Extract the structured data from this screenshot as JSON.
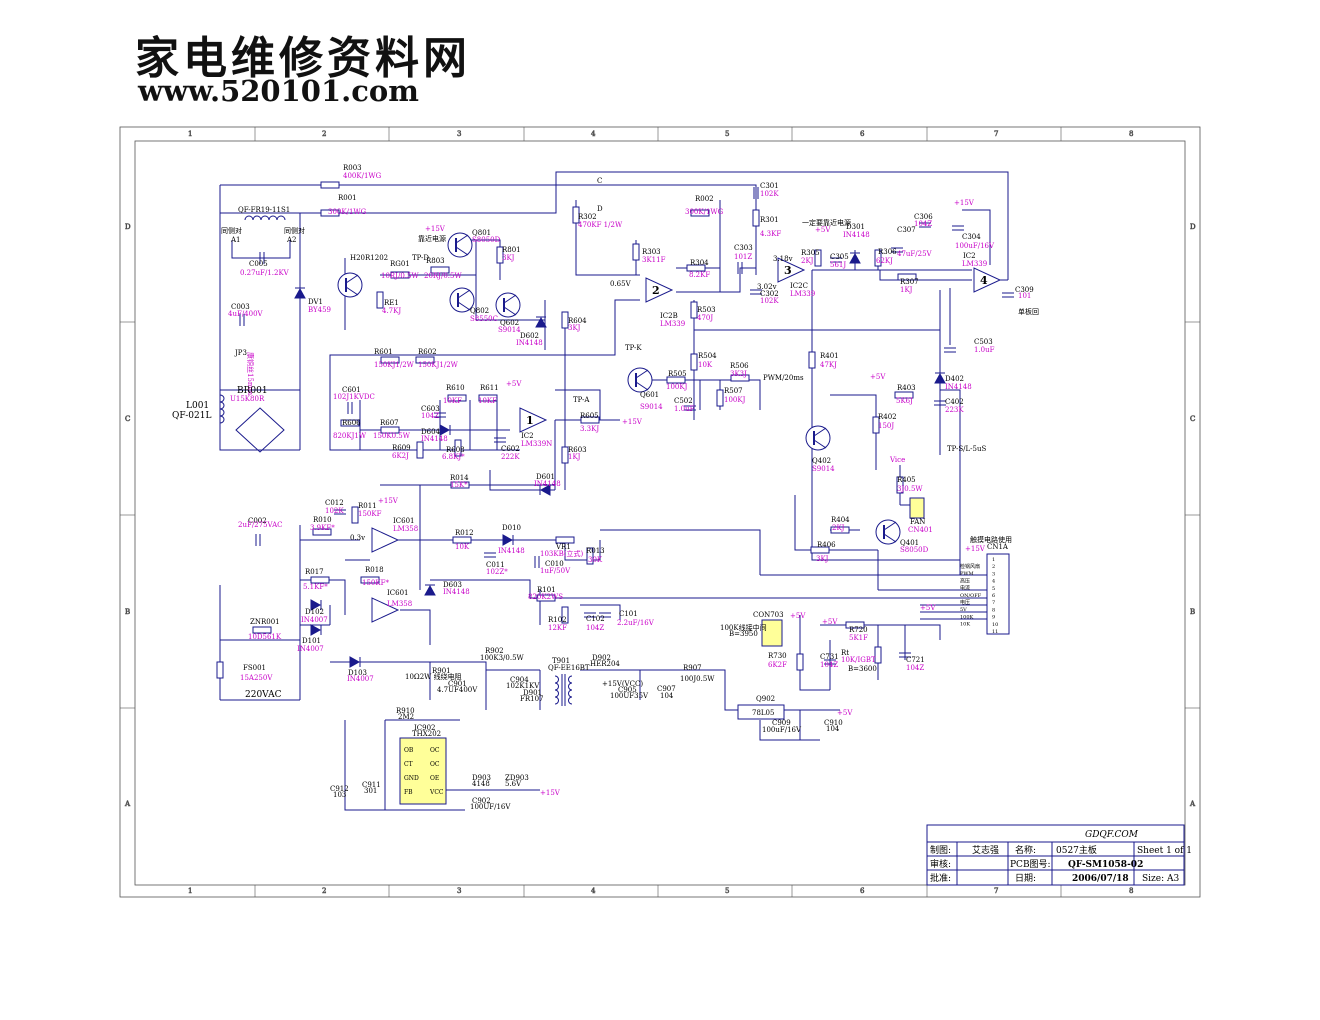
{
  "watermark": {
    "title": "家电维修资料网",
    "url": "www.520101.com"
  },
  "frame": {
    "columns": [
      "1",
      "2",
      "3",
      "4",
      "5",
      "6",
      "7",
      "8"
    ],
    "rows": [
      "D",
      "C",
      "B",
      "A"
    ]
  },
  "colors": {
    "wire": "#1a1a8c",
    "value": "#c800c8",
    "label": "#000000"
  },
  "components": [
    {
      "id": "r003",
      "ref": "R003",
      "value": "400K/1WG"
    },
    {
      "id": "r001",
      "ref": "R001",
      "value": "300K/1WG"
    },
    {
      "id": "fr",
      "ref": "QF-FR19-11S1",
      "value": ""
    },
    {
      "id": "c005",
      "ref": "C005",
      "value": "0.27uF/1.2KV"
    },
    {
      "id": "h20",
      "ref": "H20R1202",
      "value": ""
    },
    {
      "id": "dv1",
      "ref": "DV1",
      "value": "BY459"
    },
    {
      "id": "rg01",
      "ref": "RG01",
      "value": "10RJ/0.5W"
    },
    {
      "id": "r803",
      "ref": "R803",
      "value": "20RJ/0.5W"
    },
    {
      "id": "re1",
      "ref": "RE1",
      "value": "4.7KJ"
    },
    {
      "id": "q801",
      "ref": "Q801",
      "value": "S8050D"
    },
    {
      "id": "q802",
      "ref": "Q802",
      "value": "S8550C"
    },
    {
      "id": "r801",
      "ref": "R801",
      "value": "3KJ"
    },
    {
      "id": "q602",
      "ref": "Q602",
      "value": "S9014"
    },
    {
      "id": "d602",
      "ref": "D602",
      "value": "IN4148"
    },
    {
      "id": "r604",
      "ref": "R604",
      "value": "3KJ"
    },
    {
      "id": "r302",
      "ref": "R302",
      "value": "470KF 1/2W"
    },
    {
      "id": "r303",
      "ref": "R303",
      "value": "3K11F"
    },
    {
      "id": "r002",
      "ref": "R002",
      "value": "300K/1WG"
    },
    {
      "id": "c301",
      "ref": "C301",
      "value": "102K"
    },
    {
      "id": "r301",
      "ref": "R301",
      "value": "4.3KF"
    },
    {
      "id": "c303",
      "ref": "C303",
      "value": "101Z"
    },
    {
      "id": "r304",
      "ref": "R304",
      "value": "8.2KF"
    },
    {
      "id": "c302",
      "ref": "C302",
      "value": "102K"
    },
    {
      "id": "ic2c",
      "ref": "IC2C",
      "value": "LM339"
    },
    {
      "id": "ic2b",
      "ref": "IC2B",
      "value": "LM339"
    },
    {
      "id": "r503",
      "ref": "R503",
      "value": "470J"
    },
    {
      "id": "r305",
      "ref": "R305",
      "value": "2KJ"
    },
    {
      "id": "c305",
      "ref": "C305",
      "value": "561J"
    },
    {
      "id": "d301",
      "ref": "D301",
      "value": "IN4148"
    },
    {
      "id": "r306",
      "ref": "R306",
      "value": "62KJ"
    },
    {
      "id": "c307",
      "ref": "C307",
      "value": "47uF/25V"
    },
    {
      "id": "c306",
      "ref": "C306",
      "value": "104Z"
    },
    {
      "id": "c304",
      "ref": "C304",
      "value": "100uF/16V"
    },
    {
      "id": "ic2d",
      "ref": "IC2",
      "value": "LM339"
    },
    {
      "id": "r307",
      "ref": "R307",
      "value": "1KJ"
    },
    {
      "id": "c309",
      "ref": "C309",
      "value": "101"
    },
    {
      "id": "c503",
      "ref": "C503",
      "value": "1.0uF"
    },
    {
      "id": "c003",
      "ref": "C003",
      "value": "4uF/400V"
    },
    {
      "id": "jp3",
      "ref": "JP3",
      "value": "康铜丝15mm"
    },
    {
      "id": "br001",
      "ref": "BR001",
      "value": "U15K80R"
    },
    {
      "id": "l001",
      "ref": "L001",
      "value": "QF-021L"
    },
    {
      "id": "r601",
      "ref": "R601",
      "value": "150KJ1/2W"
    },
    {
      "id": "r602",
      "ref": "R602",
      "value": "150KJ1/2W"
    },
    {
      "id": "c601",
      "ref": "C601",
      "value": "102J1KVDC"
    },
    {
      "id": "r606",
      "ref": "R606",
      "value": "820KJ1W"
    },
    {
      "id": "r607",
      "ref": "R607",
      "value": "150K0.5W"
    },
    {
      "id": "c603",
      "ref": "C603",
      "value": "104Z"
    },
    {
      "id": "r610",
      "ref": "R610",
      "value": "10KF"
    },
    {
      "id": "r611",
      "ref": "R611",
      "value": "10KF"
    },
    {
      "id": "d604",
      "ref": "D604",
      "value": "IN4148"
    },
    {
      "id": "r609",
      "ref": "R609",
      "value": "6K2J"
    },
    {
      "id": "r608",
      "ref": "R608",
      "value": "6.8KJ*"
    },
    {
      "id": "c602",
      "ref": "C602",
      "value": "222K"
    },
    {
      "id": "ic2a",
      "ref": "IC2",
      "value": "LM339N"
    },
    {
      "id": "q601",
      "ref": "Q601",
      "value": "S9014"
    },
    {
      "id": "r504",
      "ref": "R504",
      "value": "10K"
    },
    {
      "id": "r505",
      "ref": "R505",
      "value": "100KJ"
    },
    {
      "id": "r506",
      "ref": "R506",
      "value": "3K3J"
    },
    {
      "id": "r507",
      "ref": "R507",
      "value": "100KJ"
    },
    {
      "id": "c502",
      "ref": "C502",
      "value": "1.0uF"
    },
    {
      "id": "r605",
      "ref": "R605",
      "value": "3.3KJ"
    },
    {
      "id": "r603",
      "ref": "R603",
      "value": "1KJ"
    },
    {
      "id": "r401",
      "ref": "R401",
      "value": "47KJ"
    },
    {
      "id": "r403",
      "ref": "R403",
      "value": "5K6J"
    },
    {
      "id": "r402",
      "ref": "R402",
      "value": "150J"
    },
    {
      "id": "d402",
      "ref": "D402",
      "value": "IN4148"
    },
    {
      "id": "c402",
      "ref": "C402",
      "value": "223K"
    },
    {
      "id": "q402",
      "ref": "Q402",
      "value": "S9014"
    },
    {
      "id": "r405",
      "ref": "R405",
      "value": "3J0.5W"
    },
    {
      "id": "r404",
      "ref": "R404",
      "value": "2KJ"
    },
    {
      "id": "r406",
      "ref": "R406",
      "value": "3KJ"
    },
    {
      "id": "q401",
      "ref": "Q401",
      "value": "S8050D"
    },
    {
      "id": "fan",
      "ref": "FAN",
      "value": "CN401"
    },
    {
      "id": "r014",
      "ref": "R014",
      "value": "15K*"
    },
    {
      "id": "d601",
      "ref": "D601",
      "value": "IN4148"
    },
    {
      "id": "c012",
      "ref": "C012",
      "value": "102K"
    },
    {
      "id": "r011",
      "ref": "R011",
      "value": "150KF"
    },
    {
      "id": "r010",
      "ref": "R010",
      "value": "3.9KF*"
    },
    {
      "id": "ic601a",
      "ref": "IC601",
      "value": "LM358"
    },
    {
      "id": "r012",
      "ref": "R012",
      "value": "10K"
    },
    {
      "id": "d010",
      "ref": "D010",
      "value": "IN4148"
    },
    {
      "id": "vr1",
      "ref": "VR1",
      "value": "103KB(立式)"
    },
    {
      "id": "r013",
      "ref": "R013",
      "value": "30K"
    },
    {
      "id": "c011",
      "ref": "C011",
      "value": "102Z*"
    },
    {
      "id": "c010",
      "ref": "C010",
      "value": "1uF/50V"
    },
    {
      "id": "c002",
      "ref": "C002",
      "value": "2uF/275VAC"
    },
    {
      "id": "r017",
      "ref": "R017",
      "value": "5.1KF*"
    },
    {
      "id": "r018",
      "ref": "R018",
      "value": "150KF*"
    },
    {
      "id": "ic601b",
      "ref": "IC601",
      "value": "LM358"
    },
    {
      "id": "d603",
      "ref": "D603",
      "value": "IN4148"
    },
    {
      "id": "r101",
      "ref": "R101",
      "value": "820K2WS"
    },
    {
      "id": "r102",
      "ref": "R102",
      "value": "12KF"
    },
    {
      "id": "c102",
      "ref": "C102",
      "value": "104Z"
    },
    {
      "id": "c101",
      "ref": "C101",
      "value": "2.2uF/16V"
    },
    {
      "id": "d102",
      "ref": "D102",
      "value": "IN4007"
    },
    {
      "id": "d101",
      "ref": "D101",
      "value": "IN4007"
    },
    {
      "id": "znr",
      "ref": "ZNR001",
      "value": "10D561K"
    },
    {
      "id": "fs001",
      "ref": "FS001",
      "value": "15A250V"
    },
    {
      "id": "d103",
      "ref": "D103",
      "value": "IN4007"
    },
    {
      "id": "con703",
      "ref": "CON703",
      "value": ""
    },
    {
      "id": "r730",
      "ref": "R730",
      "value": "6K2F"
    },
    {
      "id": "c731",
      "ref": "C731",
      "value": "104Z"
    },
    {
      "id": "r720",
      "ref": "R720",
      "value": "5K1F"
    },
    {
      "id": "rt",
      "ref": "Rt",
      "value": "10K/IGBT"
    },
    {
      "id": "c721",
      "ref": "C721",
      "value": "104Z"
    }
  ],
  "small_labels": {
    "a1": "A1",
    "a2": "A2",
    "zhuxian_l": "同侧对",
    "zhuxian_r": "同侧对",
    "kaojindianyuan": "靠近电源",
    "tp_d": "TP-D",
    "tp_a": "TP-A",
    "tp_k": "TP-K",
    "tp_s": "TP-S/L-5uS",
    "vcc15": "+15V",
    "vcc5": "+5V",
    "pwm20": "PWM/20ms",
    "near_power": "一定要靠近电源",
    "single_test": "单板回",
    "s8050": "S9014",
    "v03": "0.3v",
    "v065": "0.65V",
    "v318": "3.18v",
    "v302": "3.02v",
    "vice": "Vice",
    "b3950": "B=3950",
    "b3600": "B=3600",
    "con703_note": "100K线接中间",
    "ac220": "220VAC",
    "line_c": "C",
    "line_d": "D",
    "pins": [
      "1",
      "2",
      "3",
      "4",
      "5",
      "6",
      "7"
    ],
    "pin_nums": [
      "1",
      "2",
      "3"
    ]
  },
  "connector": {
    "ref": "CN1A",
    "note": "触摸电路使用",
    "pins": [
      "1",
      "2",
      "3",
      "4",
      "5",
      "6",
      "7",
      "8",
      "9",
      "10",
      "11"
    ],
    "signals": [
      "检锅风扇",
      "PWM",
      "高压",
      "电流",
      "ON/OFF",
      "电压",
      "5V",
      "100K",
      "10K"
    ]
  },
  "power_section": {
    "r902": "R902",
    "r902v": "100K3/0.5W",
    "t901": "T901",
    "t901v": "QF-EE16BT",
    "d902": "D902",
    "d902v": "HER204",
    "r907": "R907",
    "r907v": "100J0.5W",
    "r901": "R901",
    "r901v": "10Ω2W 线绕电阻",
    "c901": "C901",
    "c901v": "4.7UF400V",
    "c904": "C904",
    "c904v": "102K1KV",
    "d901": "D901",
    "d901v": "FR107",
    "plus15": "+15V(VCC)",
    "c905": "C905",
    "c905v": "100UF35V",
    "c907": "C907",
    "c907v": "104",
    "q902": "Q902",
    "q902v": "78L05",
    "c909": "C909",
    "c909v": "100uF/16V",
    "c910": "C910",
    "c910v": "104",
    "r910": "R910",
    "r910v": "2M2",
    "ic902": "IC902",
    "ic902v": "THX202",
    "pins_left": [
      "OB",
      "CT",
      "GND",
      "FB"
    ],
    "pins_right": [
      "OC",
      "OC",
      "OE",
      "VCC"
    ],
    "c912": "C912",
    "c912v": "103",
    "c911": "C911",
    "c911v": "301",
    "d903": "D903",
    "d903v": "4148",
    "zd903": "ZD903",
    "zd903v": "5.6V",
    "c902": "C902",
    "c902v": "100UF/16V"
  },
  "title_block": {
    "site": "GDQF.COM",
    "made_by_label": "制图:",
    "made_by": "艾志强",
    "name_label": "名称:",
    "name": "0527主板",
    "sheet": "Sheet 1 of 1",
    "review_label": "审核:",
    "pcb_label": "PCB图号:",
    "pcb": "QF-SM1058-02",
    "approve_label": "批准:",
    "date_label": "日期:",
    "date": "2006/07/18",
    "size": "Size: A3"
  }
}
